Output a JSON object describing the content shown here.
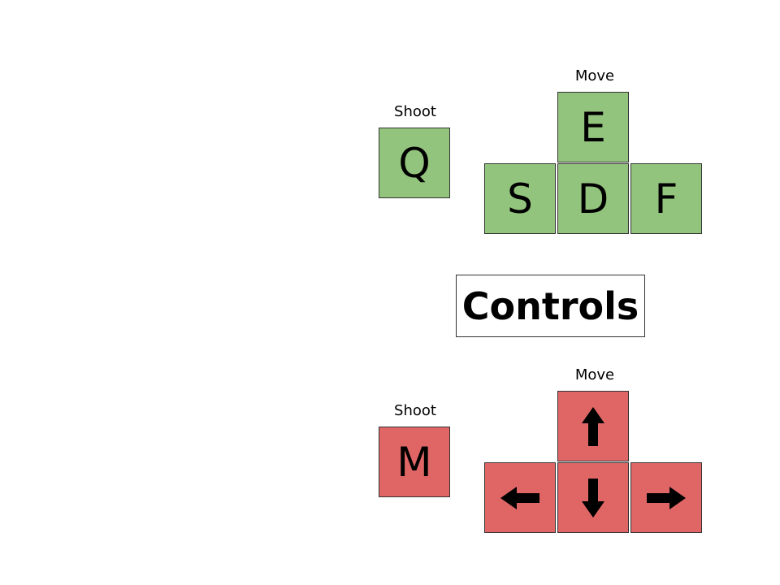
{
  "title": "Controls",
  "player1": {
    "color": "#93c47d",
    "shoot_label": "Shoot",
    "move_label": "Move",
    "shoot_key": "Q",
    "move_keys": {
      "up": "E",
      "left": "S",
      "down": "D",
      "right": "F"
    }
  },
  "player2": {
    "color": "#e06666",
    "shoot_label": "Shoot",
    "move_label": "Move",
    "shoot_key": "M",
    "move_keys": {
      "up": "arrow-up-icon",
      "left": "arrow-left-icon",
      "down": "arrow-down-icon",
      "right": "arrow-right-icon"
    }
  }
}
